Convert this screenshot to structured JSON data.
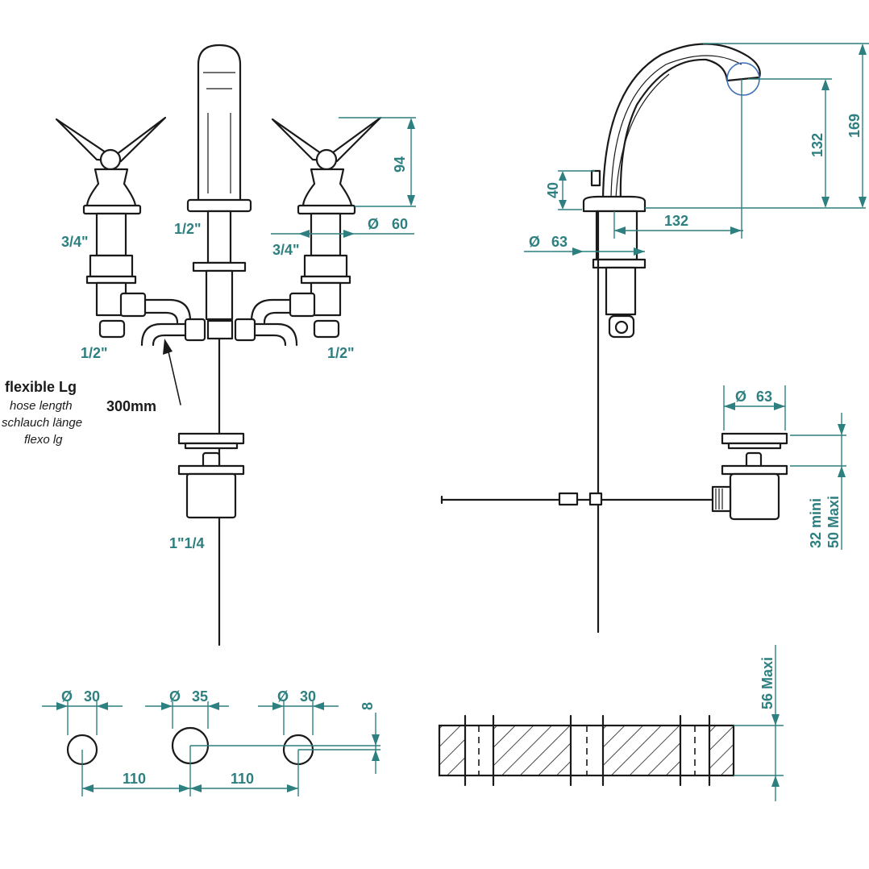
{
  "front_view": {
    "handle_thread_left": "3/4\"",
    "handle_thread_right": "3/4\"",
    "spout_thread": "1/2\"",
    "inlet_left": "1/2\"",
    "inlet_right": "1/2\"",
    "handle_height": "94",
    "handle_diameter": "60",
    "diameter_symbol": "Ø",
    "waste_thread": "1\"1/4"
  },
  "hose_note": {
    "title": "flexible Lg",
    "line1": "hose length",
    "line2": "schlauch länge",
    "line3": "flexo lg",
    "length": "300mm"
  },
  "side_view": {
    "base_height": "40",
    "base_diameter": "63",
    "spout_reach": "132",
    "outlet_height": "132",
    "total_height": "169"
  },
  "waste_view": {
    "diameter": "63",
    "adjust_min": "32 mini",
    "adjust_max": "50 Maxi"
  },
  "hole_layout": {
    "hole_left": "30",
    "hole_center": "35",
    "hole_right": "30",
    "offset": "8",
    "spacing_left": "110",
    "spacing_right": "110"
  },
  "deck_section": {
    "thickness": "56 Maxi"
  },
  "colors": {
    "dimension": "#2e7f80",
    "line": "#1a1a1a"
  }
}
